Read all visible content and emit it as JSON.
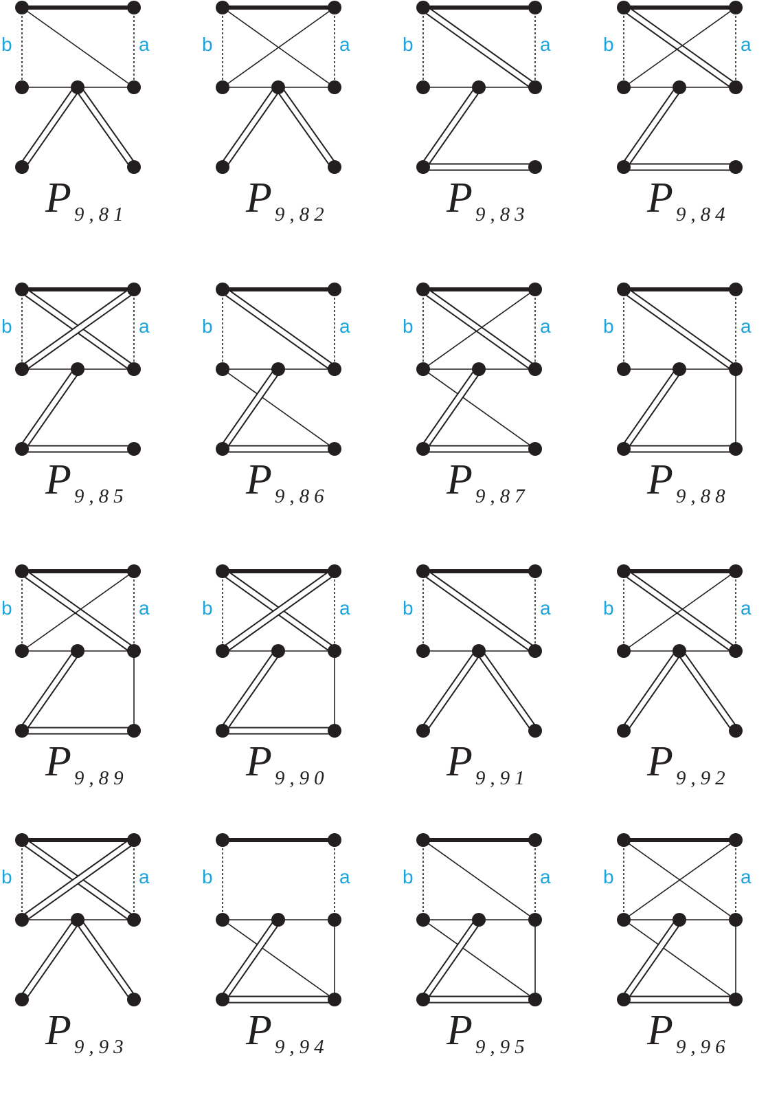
{
  "figure": {
    "colors": {
      "ink": "#231f20",
      "label": "#1ba4dc"
    },
    "side_labels": {
      "left": "b",
      "right": "a"
    },
    "caption_letter": "P",
    "panels": [
      {
        "sub": "9,81",
        "side_labels": true,
        "edges": [
          [
            "n0",
            "n1",
            "thick"
          ],
          [
            "n0",
            "n3",
            "dot"
          ],
          [
            "n1",
            "n5",
            "dot"
          ],
          [
            "n0",
            "n5",
            "line"
          ],
          [
            "n3",
            "n5",
            "line"
          ],
          [
            "n4",
            "n6",
            "dbl"
          ],
          [
            "n4",
            "n7",
            "dbl"
          ]
        ],
        "nodes": [
          "n0",
          "n1",
          "n3",
          "n4",
          "n5",
          "n6",
          "n7"
        ]
      },
      {
        "sub": "9,82",
        "side_labels": true,
        "edges": [
          [
            "n0",
            "n1",
            "thick"
          ],
          [
            "n0",
            "n3",
            "dot"
          ],
          [
            "n1",
            "n5",
            "dot"
          ],
          [
            "n0",
            "n5",
            "line"
          ],
          [
            "n1",
            "n3",
            "line"
          ],
          [
            "n3",
            "n5",
            "line"
          ],
          [
            "n4",
            "n6",
            "dbl"
          ],
          [
            "n4",
            "n7",
            "dbl"
          ]
        ],
        "nodes": [
          "n0",
          "n1",
          "n3",
          "n4",
          "n5",
          "n6",
          "n7"
        ]
      },
      {
        "sub": "9,83",
        "side_labels": true,
        "edges": [
          [
            "n0",
            "n1",
            "thick"
          ],
          [
            "n0",
            "n3",
            "dot"
          ],
          [
            "n1",
            "n5",
            "dot"
          ],
          [
            "n0",
            "n5",
            "dbl"
          ],
          [
            "n3",
            "n5",
            "line"
          ],
          [
            "n4",
            "n6",
            "dbl"
          ],
          [
            "n6",
            "n7",
            "dbl"
          ]
        ],
        "nodes": [
          "n0",
          "n1",
          "n3",
          "n4",
          "n5",
          "n6",
          "n7"
        ]
      },
      {
        "sub": "9,84",
        "side_labels": true,
        "edges": [
          [
            "n0",
            "n1",
            "thick"
          ],
          [
            "n0",
            "n3",
            "dot"
          ],
          [
            "n1",
            "n5",
            "dot"
          ],
          [
            "n0",
            "n5",
            "dbl"
          ],
          [
            "n1",
            "n3",
            "line"
          ],
          [
            "n3",
            "n5",
            "line"
          ],
          [
            "n4",
            "n6",
            "dbl"
          ],
          [
            "n6",
            "n7",
            "dbl"
          ]
        ],
        "nodes": [
          "n0",
          "n1",
          "n3",
          "n4",
          "n5",
          "n6",
          "n7"
        ]
      },
      {
        "sub": "9,85",
        "side_labels": true,
        "edges": [
          [
            "n0",
            "n1",
            "thick"
          ],
          [
            "n0",
            "n3",
            "dot"
          ],
          [
            "n1",
            "n5",
            "dot"
          ],
          [
            "n0",
            "n5",
            "dbl"
          ],
          [
            "n1",
            "n3",
            "dbl"
          ],
          [
            "n3",
            "n5",
            "line"
          ],
          [
            "n4",
            "n6",
            "dbl"
          ],
          [
            "n6",
            "n7",
            "dbl"
          ]
        ],
        "nodes": [
          "n0",
          "n1",
          "n3",
          "n4",
          "n5",
          "n6",
          "n7"
        ]
      },
      {
        "sub": "9,86",
        "side_labels": true,
        "edges": [
          [
            "n0",
            "n1",
            "thick"
          ],
          [
            "n0",
            "n3",
            "dot"
          ],
          [
            "n1",
            "n5",
            "dot"
          ],
          [
            "n0",
            "n5",
            "dbl"
          ],
          [
            "n3",
            "n4",
            "line"
          ],
          [
            "n4",
            "n5",
            "line"
          ],
          [
            "n3",
            "n7",
            "line"
          ],
          [
            "n4",
            "n6",
            "dbl"
          ],
          [
            "n6",
            "n7",
            "dbl"
          ]
        ],
        "nodes": [
          "n0",
          "n1",
          "n3",
          "n4",
          "n5",
          "n6",
          "n7"
        ]
      },
      {
        "sub": "9,87",
        "side_labels": true,
        "edges": [
          [
            "n0",
            "n1",
            "thick"
          ],
          [
            "n0",
            "n3",
            "dot"
          ],
          [
            "n1",
            "n5",
            "dot"
          ],
          [
            "n0",
            "n5",
            "dbl"
          ],
          [
            "n1",
            "n3",
            "line"
          ],
          [
            "n3",
            "n5",
            "line"
          ],
          [
            "n3",
            "n7",
            "line"
          ],
          [
            "n4",
            "n6",
            "dbl"
          ],
          [
            "n6",
            "n7",
            "dbl"
          ]
        ],
        "nodes": [
          "n0",
          "n1",
          "n3",
          "n4",
          "n5",
          "n6",
          "n7"
        ]
      },
      {
        "sub": "9,88",
        "side_labels": true,
        "edges": [
          [
            "n0",
            "n1",
            "thick"
          ],
          [
            "n0",
            "n3",
            "dot"
          ],
          [
            "n1",
            "n5",
            "dot"
          ],
          [
            "n0",
            "n5",
            "dbl"
          ],
          [
            "n3",
            "n4",
            "line"
          ],
          [
            "n4",
            "n5",
            "line"
          ],
          [
            "n5",
            "n7",
            "line"
          ],
          [
            "n4",
            "n6",
            "dbl"
          ],
          [
            "n6",
            "n7",
            "dbl"
          ]
        ],
        "nodes": [
          "n0",
          "n1",
          "n3",
          "n4",
          "n5",
          "n6",
          "n7"
        ]
      },
      {
        "sub": "9,89",
        "side_labels": true,
        "edges": [
          [
            "n0",
            "n1",
            "thick"
          ],
          [
            "n0",
            "n3",
            "dot"
          ],
          [
            "n1",
            "n5",
            "dot"
          ],
          [
            "n0",
            "n5",
            "dbl"
          ],
          [
            "n1",
            "n3",
            "line"
          ],
          [
            "n3",
            "n5",
            "line"
          ],
          [
            "n5",
            "n7",
            "line"
          ],
          [
            "n4",
            "n6",
            "dbl"
          ],
          [
            "n6",
            "n7",
            "dbl"
          ]
        ],
        "nodes": [
          "n0",
          "n1",
          "n3",
          "n4",
          "n5",
          "n6",
          "n7"
        ]
      },
      {
        "sub": "9,90",
        "side_labels": true,
        "edges": [
          [
            "n0",
            "n1",
            "thick"
          ],
          [
            "n0",
            "n3",
            "dot"
          ],
          [
            "n1",
            "n5",
            "dot"
          ],
          [
            "n0",
            "n5",
            "dbl"
          ],
          [
            "n1",
            "n3",
            "dbl"
          ],
          [
            "n3",
            "n5",
            "line"
          ],
          [
            "n5",
            "n7",
            "line"
          ],
          [
            "n4",
            "n6",
            "dbl"
          ],
          [
            "n6",
            "n7",
            "dbl"
          ]
        ],
        "nodes": [
          "n0",
          "n1",
          "n3",
          "n4",
          "n5",
          "n6",
          "n7"
        ]
      },
      {
        "sub": "9,91",
        "side_labels": true,
        "edges": [
          [
            "n0",
            "n1",
            "thick"
          ],
          [
            "n0",
            "n3",
            "dot"
          ],
          [
            "n1",
            "n5",
            "dot"
          ],
          [
            "n0",
            "n5",
            "dbl"
          ],
          [
            "n3",
            "n5",
            "line"
          ],
          [
            "n4",
            "n6",
            "dbl"
          ],
          [
            "n4",
            "n7",
            "dbl"
          ]
        ],
        "nodes": [
          "n0",
          "n1",
          "n3",
          "n4",
          "n5",
          "n6",
          "n7"
        ]
      },
      {
        "sub": "9,92",
        "side_labels": true,
        "edges": [
          [
            "n0",
            "n1",
            "thick"
          ],
          [
            "n0",
            "n3",
            "dot"
          ],
          [
            "n1",
            "n5",
            "dot"
          ],
          [
            "n0",
            "n5",
            "dbl"
          ],
          [
            "n1",
            "n3",
            "line"
          ],
          [
            "n3",
            "n5",
            "line"
          ],
          [
            "n4",
            "n6",
            "dbl"
          ],
          [
            "n4",
            "n7",
            "dbl"
          ]
        ],
        "nodes": [
          "n0",
          "n1",
          "n3",
          "n4",
          "n5",
          "n6",
          "n7"
        ]
      },
      {
        "sub": "9,93",
        "side_labels": true,
        "edges": [
          [
            "n0",
            "n1",
            "thick"
          ],
          [
            "n0",
            "n3",
            "dot"
          ],
          [
            "n1",
            "n5",
            "dot"
          ],
          [
            "n0",
            "n5",
            "dbl"
          ],
          [
            "n1",
            "n3",
            "dbl"
          ],
          [
            "n3",
            "n5",
            "line"
          ],
          [
            "n4",
            "n6",
            "dbl"
          ],
          [
            "n4",
            "n7",
            "dbl"
          ]
        ],
        "nodes": [
          "n0",
          "n1",
          "n3",
          "n4",
          "n5",
          "n6",
          "n7"
        ]
      },
      {
        "sub": "9,94",
        "side_labels": true,
        "edges": [
          [
            "n0",
            "n1",
            "thick"
          ],
          [
            "n0",
            "n3",
            "dot"
          ],
          [
            "n1",
            "n5",
            "dot"
          ],
          [
            "n3",
            "n5",
            "line"
          ],
          [
            "n3",
            "n7",
            "line"
          ],
          [
            "n5",
            "n7",
            "line"
          ],
          [
            "n4",
            "n6",
            "dbl"
          ],
          [
            "n6",
            "n7",
            "dbl"
          ]
        ],
        "nodes": [
          "n0",
          "n1",
          "n3",
          "n4",
          "n5",
          "n6",
          "n7"
        ]
      },
      {
        "sub": "9,95",
        "side_labels": true,
        "edges": [
          [
            "n0",
            "n1",
            "thick"
          ],
          [
            "n0",
            "n3",
            "dot"
          ],
          [
            "n1",
            "n5",
            "dot"
          ],
          [
            "n0",
            "n5",
            "line"
          ],
          [
            "n3",
            "n5",
            "line"
          ],
          [
            "n3",
            "n7",
            "line"
          ],
          [
            "n5",
            "n7",
            "line"
          ],
          [
            "n4",
            "n6",
            "dbl"
          ],
          [
            "n6",
            "n7",
            "dbl"
          ]
        ],
        "nodes": [
          "n0",
          "n1",
          "n3",
          "n4",
          "n5",
          "n6",
          "n7"
        ]
      },
      {
        "sub": "9,96",
        "side_labels": true,
        "edges": [
          [
            "n0",
            "n1",
            "thick"
          ],
          [
            "n0",
            "n3",
            "dot"
          ],
          [
            "n1",
            "n5",
            "dot"
          ],
          [
            "n0",
            "n5",
            "line"
          ],
          [
            "n1",
            "n3",
            "line"
          ],
          [
            "n3",
            "n5",
            "line"
          ],
          [
            "n3",
            "n7",
            "line"
          ],
          [
            "n5",
            "n7",
            "line"
          ],
          [
            "n4",
            "n6",
            "dbl"
          ],
          [
            "n6",
            "n7",
            "dbl"
          ]
        ],
        "nodes": [
          "n0",
          "n1",
          "n3",
          "n4",
          "n5",
          "n6",
          "n7"
        ]
      }
    ]
  }
}
